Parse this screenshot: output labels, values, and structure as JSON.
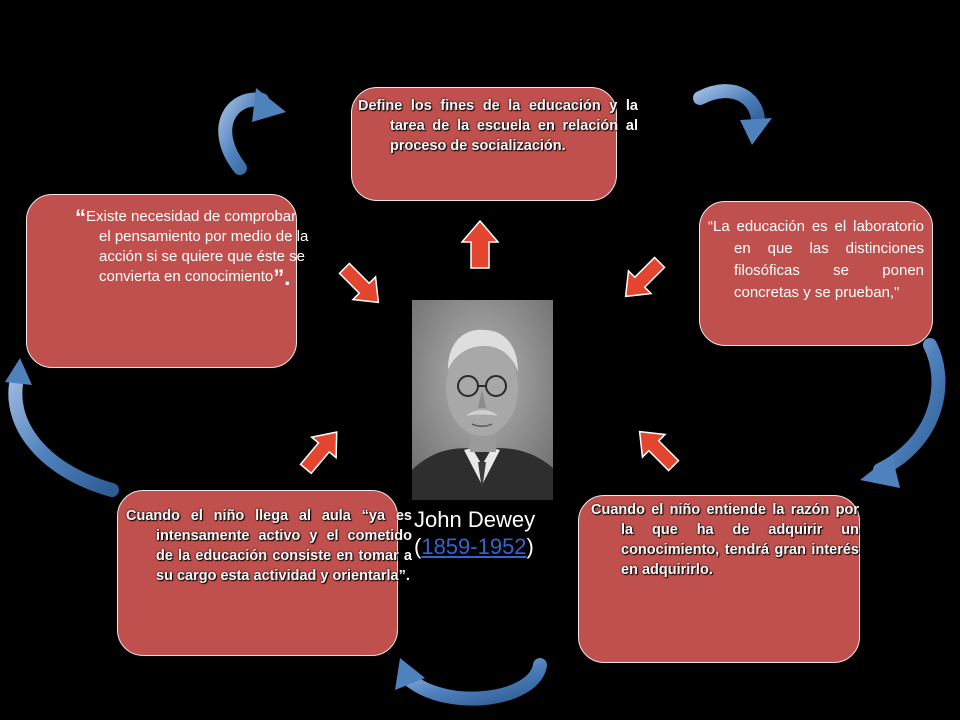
{
  "boxes": {
    "top": "Define los fines de la educación y la tarea de la escuela en relación al proceso de socialización.",
    "left_quote_open": "“",
    "left": "Existe necesidad de comprobar el pensamiento por medio de la acción si se quiere que éste se convierta en conocimiento",
    "left_quote_close": "”.",
    "right": "“La educación es el laboratorio en que las distinciones filosóficas se ponen concretas y se prueban,\"",
    "bottom_left": "Cuando el niño llega al aula “ya es intensamente activo y el cometido de la educación consiste en tomar a su cargo esta actividad y orientarla”.",
    "bottom_right": "Cuando el niño entiende la razón por la que ha de adquirir un conocimiento, tendrá gran interés en adquirirlo."
  },
  "caption": {
    "name": "John Dewey",
    "open": "(",
    "years": "1859-1952",
    "close": ")"
  },
  "colors": {
    "background": "#000000",
    "box": "#c0504d",
    "arrow": "#e3452f",
    "curve": "#4f81bd",
    "link": "#3366cc"
  },
  "icons": [
    "portrait-photo",
    "arrow-up-icon",
    "arrow-down-right-icon",
    "arrow-down-left-icon",
    "arrow-up-right-icon",
    "arrow-up-left-icon",
    "curved-arrow-icon"
  ]
}
